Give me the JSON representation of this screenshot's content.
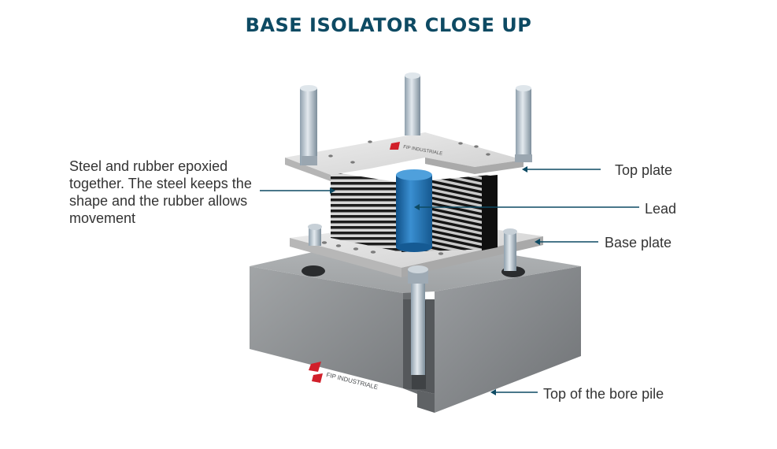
{
  "title": "BASE ISOLATOR CLOSE UP",
  "labels": {
    "steel_rubber": "Steel and rubber epoxied together. The steel keeps the shape and the rubber allows movement",
    "top_plate": "Top plate",
    "lead": "Lead",
    "base_plate": "Base plate",
    "bore_pile": "Top of the bore pile"
  },
  "logo_text": {
    "plate": "FIP INDUSTRIALE",
    "concrete": "FIP INDUSTRIALE"
  },
  "colors": {
    "title": "#0d4a63",
    "leader_line": "#0d4a63",
    "lead_core": "#1f6fae",
    "concrete": "#8d9092",
    "steel_plate": "#dcdcdc",
    "logo_red": "#d11f2a"
  }
}
